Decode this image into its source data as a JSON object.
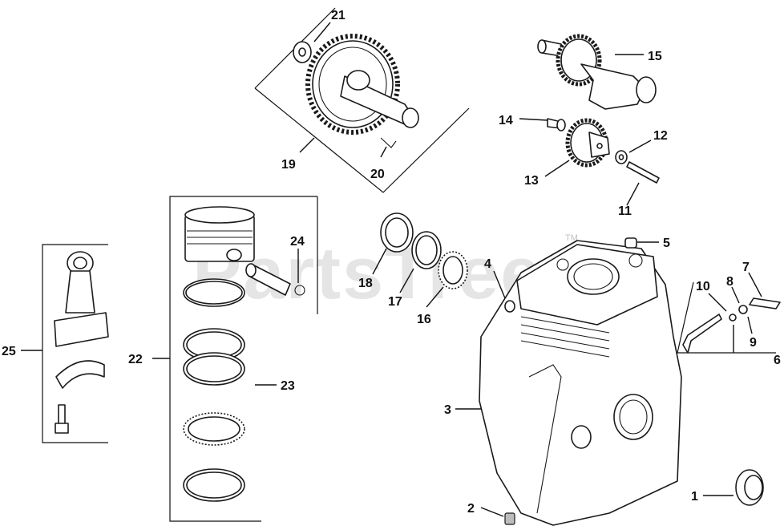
{
  "diagram": {
    "callouts": {
      "c1": "1",
      "c2": "2",
      "c3": "3",
      "c4": "4",
      "c5": "5",
      "c6": "6",
      "c7": "7",
      "c8": "8",
      "c9": "9",
      "c10": "10",
      "c11": "11",
      "c12": "12",
      "c13": "13",
      "c14": "14",
      "c15": "15",
      "c16": "16",
      "c17": "17",
      "c18": "18",
      "c19": "19",
      "c20": "20",
      "c21": "21",
      "c22": "22",
      "c23": "23",
      "c24": "24",
      "c25": "25"
    },
    "watermark": "PartsTree",
    "trademark": "TM",
    "colors": {
      "line": "#1a1a1a",
      "shade": "#bdbdbd",
      "watermark": "#000000"
    }
  }
}
